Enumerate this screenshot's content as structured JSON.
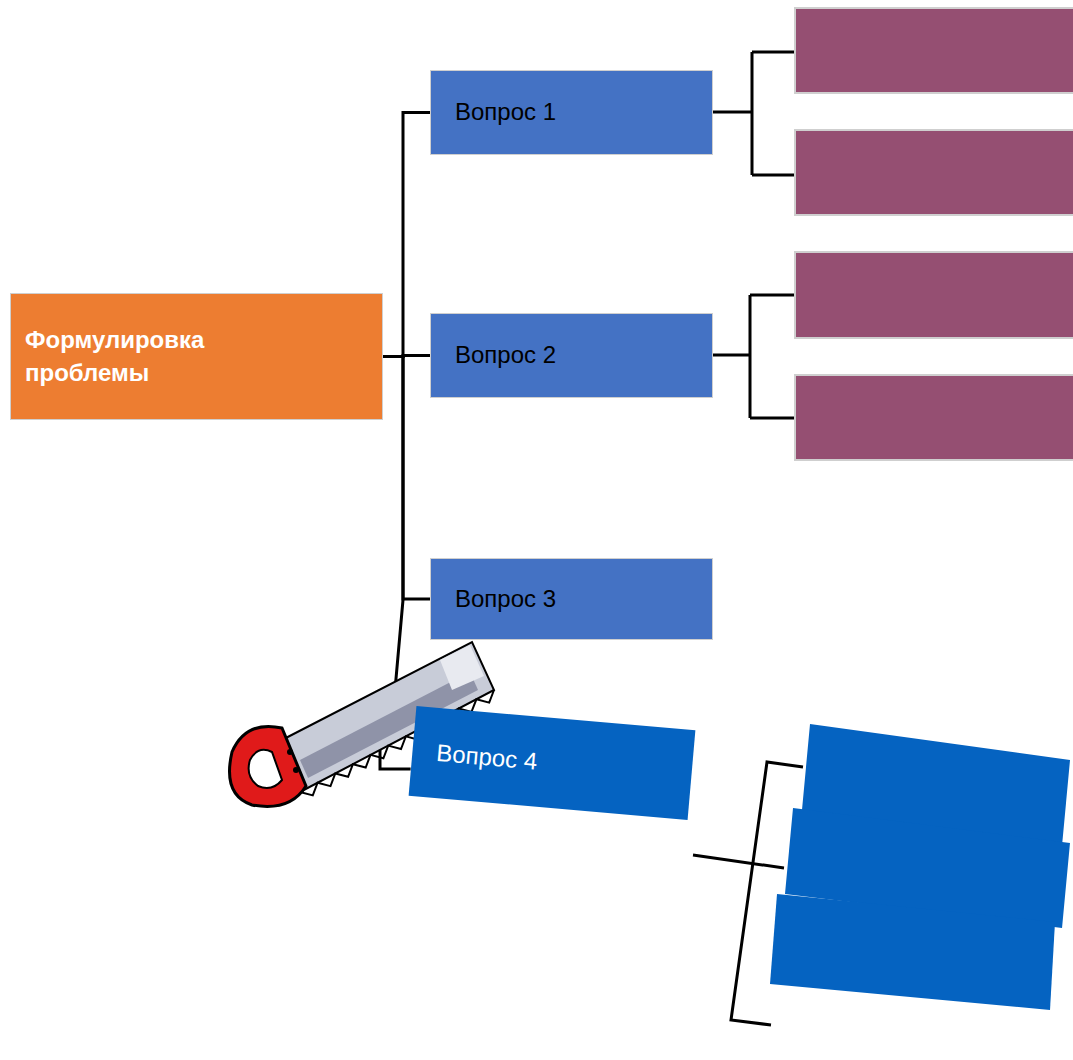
{
  "diagram": {
    "nodes": [
      {
        "text": [
          "Формулировка проблемы"
        ]
      },
      {
        "text": [
          "Вопрос 1"
        ]
      },
      {
        "text": [
          "Вопрос 2"
        ]
      },
      {
        "text": [
          "Вопрос 3"
        ]
      },
      {
        "text": [
          "Вопрос 4"
        ]
      }
    ],
    "edges": [
      {
        "from": 0,
        "to": 1,
        "arrow": "none"
      },
      {
        "from": 0,
        "to": 2,
        "arrow": "none"
      },
      {
        "from": 0,
        "to": 3,
        "arrow": "none"
      },
      {
        "from": 0,
        "to": 4,
        "arrow": "none"
      }
    ]
  }
}
